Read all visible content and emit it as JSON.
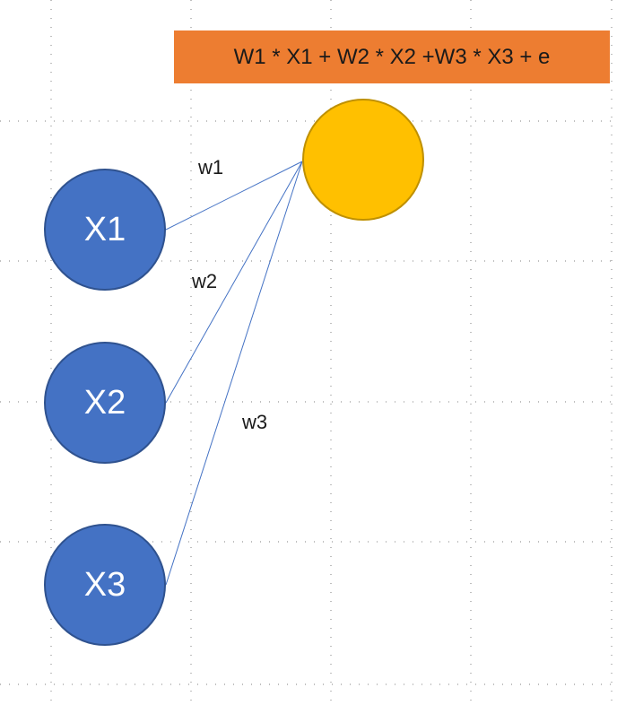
{
  "formula": {
    "text": "W1 * X1 + W2 * X2 +W3 * X3 + e",
    "background_color": "#ed7d31"
  },
  "inputs": [
    {
      "label": "X1",
      "weight": "w1"
    },
    {
      "label": "X2",
      "weight": "w2"
    },
    {
      "label": "X3",
      "weight": "w3"
    }
  ],
  "output_node": {
    "label": "",
    "fill_color": "#ffc000",
    "border_color": "#bf9000"
  },
  "colors": {
    "input_fill": "#4472c4",
    "input_border": "#2f528f",
    "edge": "#4472c4",
    "grid_dots": "#7f7f7f"
  }
}
